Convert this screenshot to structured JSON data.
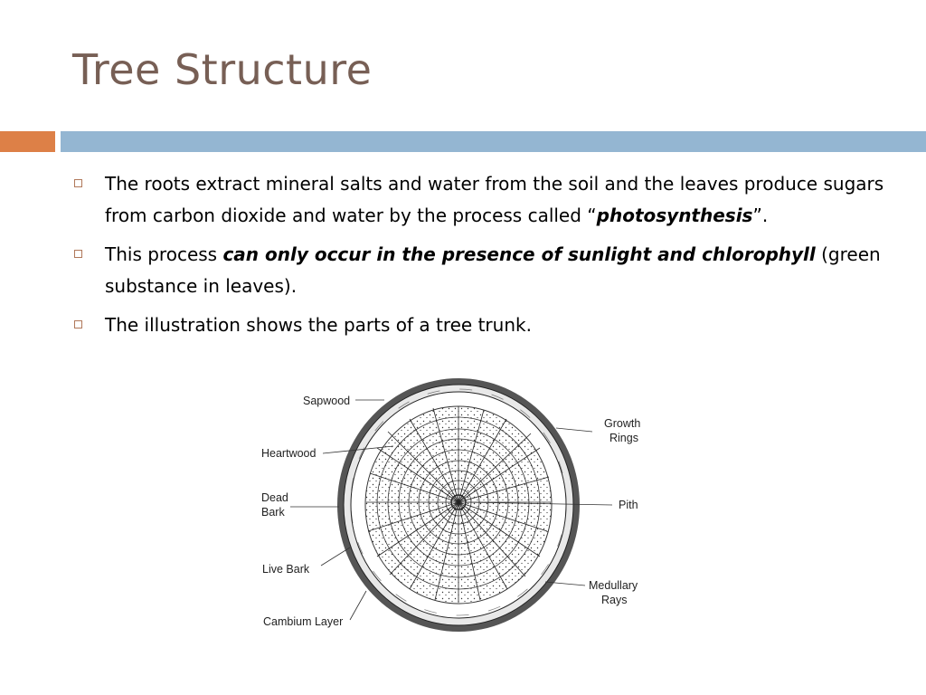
{
  "slide": {
    "title": "Tree Structure",
    "bullets": [
      {
        "text_before": "The roots extract mineral salts and water from the soil and the leaves produce sugars from carbon dioxide and water by the process called “",
        "emphasis": "photosynthesis",
        "text_after": "”."
      },
      {
        "text_before": "This process ",
        "emphasis": "can only occur in the presence of sunlight and chlorophyll",
        "text_after": " (green substance in leaves)."
      },
      {
        "text_before": "The illustration shows the parts of a tree trunk."
      }
    ]
  },
  "diagram": {
    "labels": {
      "sapwood": "Sapwood",
      "heartwood": "Heartwood",
      "dead_bark_1": "Dead",
      "dead_bark_2": "Bark",
      "live_bark": "Live Bark",
      "cambium": "Cambium Layer",
      "growth_rings_1": "Growth",
      "growth_rings_2": "Rings",
      "pith": "Pith",
      "medullary_1": "Medullary",
      "medullary_2": "Rays"
    }
  },
  "colors": {
    "title": "#775f55",
    "accent_orange": "#dd8047",
    "accent_blue": "#94b6d2",
    "bullet_marker": "#b0785a"
  }
}
